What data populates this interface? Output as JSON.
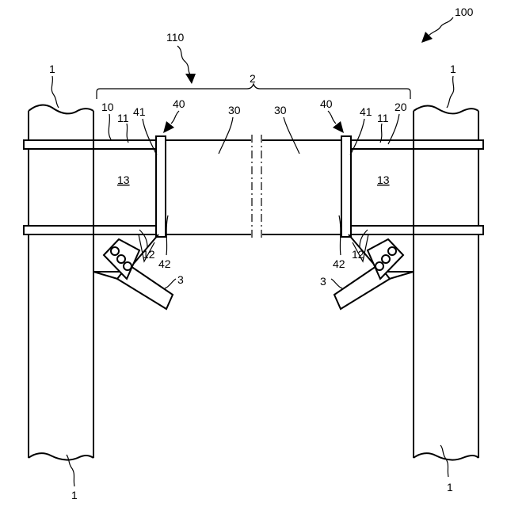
{
  "figure": {
    "labels": {
      "assembly": "100",
      "bridge_structure": "110",
      "beam_span": "2",
      "column": "1",
      "left_end_member": "10",
      "right_end_member": "20",
      "flange": "11",
      "gusset": "12",
      "hollow_section": "13",
      "beam_segment": "30",
      "splice_plate": "40",
      "bolt_upper": "41",
      "bolt_lower": "42",
      "brace": "3"
    }
  }
}
